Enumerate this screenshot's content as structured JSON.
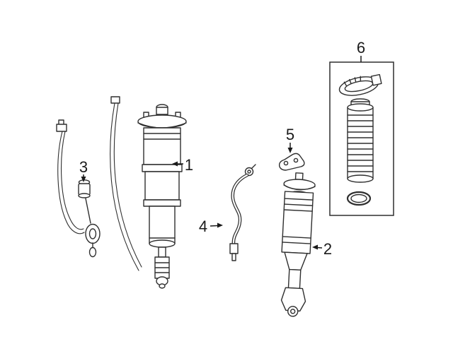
{
  "diagram": {
    "type": "exploded-parts-diagram",
    "subject": "suspension shock absorber / air strut parts",
    "background_color": "#ffffff",
    "line_color": "#2f2f2f",
    "text_color": "#1a1a1a"
  },
  "callouts": {
    "c1": {
      "label": "1",
      "part": "front-air-strut-assembly",
      "arrow_direction": "left"
    },
    "c2": {
      "label": "2",
      "part": "rear-strut-assembly",
      "arrow_direction": "left"
    },
    "c3": {
      "label": "3",
      "part": "sensor-cable-linkage",
      "arrow_direction": "down"
    },
    "c4": {
      "label": "4",
      "part": "hose-line",
      "arrow_direction": "right"
    },
    "c5": {
      "label": "5",
      "part": "gasket-plate",
      "arrow_direction": "down"
    },
    "c6": {
      "label": "6",
      "part": "repair-kit-box",
      "arrow_direction": "down"
    }
  }
}
